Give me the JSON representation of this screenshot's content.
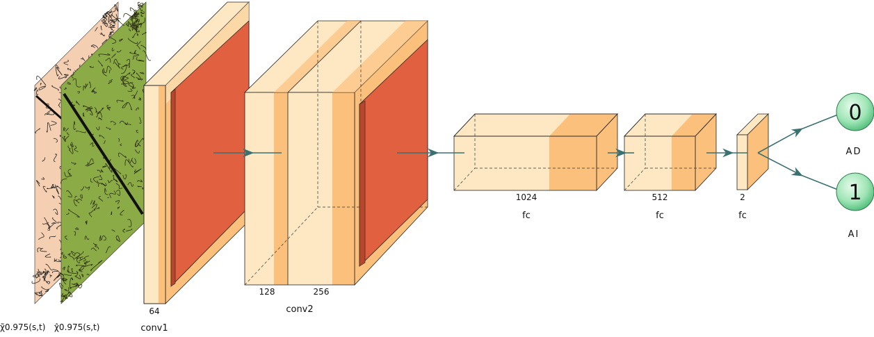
{
  "inputs": [
    {
      "label": "χ̃0.975(s,t)"
    },
    {
      "label": "χ̂0.975(s,t)"
    }
  ],
  "layers": {
    "conv1": {
      "name": "conv1",
      "channels": "64"
    },
    "conv2": {
      "name": "conv2",
      "channels_a": "128",
      "channels_b": "256"
    },
    "fc1": {
      "name": "fc",
      "units": "1024"
    },
    "fc2": {
      "name": "fc",
      "units": "512"
    },
    "fc3": {
      "name": "fc",
      "units": "2"
    }
  },
  "outputs": [
    {
      "value": "0",
      "label": "AD"
    },
    {
      "value": "1",
      "label": "AI"
    }
  ],
  "colors": {
    "light": "#fde8c3",
    "mid": "#fcc07d",
    "red": "#e0603f",
    "arrow": "#3b7070",
    "input1": "#f5cfb2",
    "input2": "#8aab45",
    "node": "#9fe5b6"
  }
}
